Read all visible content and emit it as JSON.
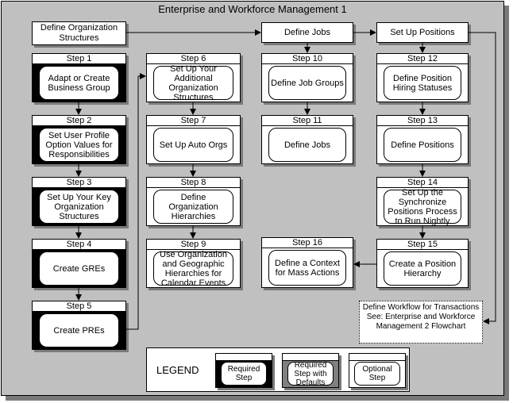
{
  "title": "Enterprise and Workforce Management 1",
  "headers": {
    "define_org": "Define Organization Structures",
    "define_jobs": "Define Jobs",
    "set_up_positions": "Set Up Positions"
  },
  "steps": [
    {
      "label": "Step 1",
      "text": "Adapt or Create Business Group"
    },
    {
      "label": "Step 2",
      "text": "Set User Profile Option Values for Responsibilities"
    },
    {
      "label": "Step 3",
      "text": "Set Up Your Key Organization Structures"
    },
    {
      "label": "Step 4",
      "text": "Create GREs"
    },
    {
      "label": "Step 5",
      "text": "Create PREs"
    },
    {
      "label": "Step 6",
      "text": "Set Up Your Additional Organization Structures"
    },
    {
      "label": "Step 7",
      "text": "Set Up Auto Orgs"
    },
    {
      "label": "Step 8",
      "text": "Define Organization Hierarchies"
    },
    {
      "label": "Step 9",
      "text": "Use Organization and Geographic Hierarchies for Calendar Events"
    },
    {
      "label": "Step 10",
      "text": "Define Job Groups"
    },
    {
      "label": "Step 11",
      "text": "Define Jobs"
    },
    {
      "label": "Step 12",
      "text": "Define Position Hiring Statuses"
    },
    {
      "label": "Step 13",
      "text": "Define Positions"
    },
    {
      "label": "Step 14",
      "text": "Set Up the Synchronize Positions Process to Run Nightly"
    },
    {
      "label": "Step 15",
      "text": "Create a Position Hierarchy"
    },
    {
      "label": "Step 16",
      "text": "Define a Context for Mass Actions"
    }
  ],
  "workflow_note": {
    "line1": "Define Workflow for Transactions",
    "line2": "See: Enterprise and Workforce Management 2 Flowchart"
  },
  "legend": {
    "title": "LEGEND",
    "required": "Required Step",
    "required_defaults": "Required Step with Defaults",
    "optional": "Optional Step"
  }
}
